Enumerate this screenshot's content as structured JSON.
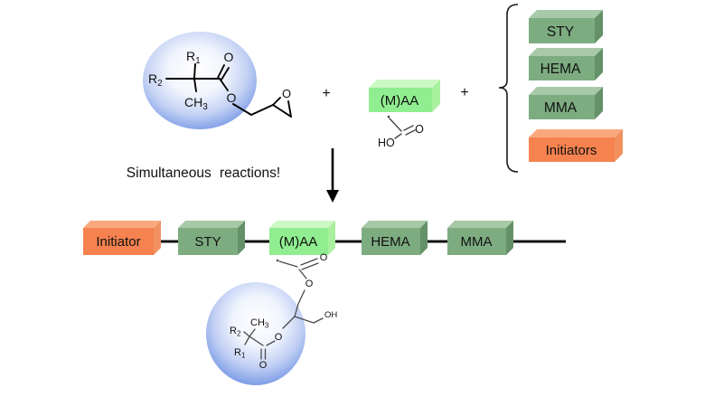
{
  "figure": {
    "note": "Simultaneous reactions!",
    "plus": "+"
  },
  "atoms": {
    "o": "O",
    "ho": "HO",
    "oh": "OH",
    "r": "R",
    "sub1": "1",
    "sub2": "2",
    "ch": "CH",
    "sub3": "3"
  },
  "maa_box": {
    "label": "(M)AA"
  },
  "monomer_stack": [
    {
      "label": "STY"
    },
    {
      "label": "HEMA"
    },
    {
      "label": "MMA"
    },
    {
      "label": "Initiators"
    }
  ],
  "polymer_chain": [
    {
      "label": "Initiator"
    },
    {
      "label": "STY"
    },
    {
      "label": "(M)AA"
    },
    {
      "label": "HEMA"
    },
    {
      "label": "MMA"
    }
  ],
  "colors": {
    "green_front": "#7dac81",
    "green_top": "#a8c9a8",
    "green_side": "#649168",
    "lightgreen_front": "#90ee90",
    "lightgreen_top": "#ccf8c4",
    "lightgreen_side": "#a9f09e",
    "orange_front": "#f5824f",
    "orange_top": "#f9a87e",
    "orange_side": "#f0915f"
  }
}
